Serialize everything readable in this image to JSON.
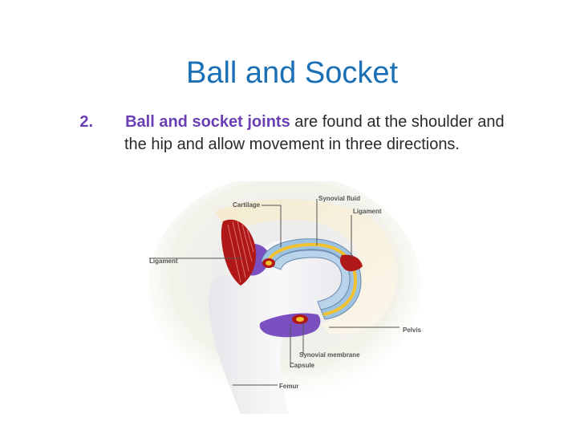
{
  "slide": {
    "title": "Ball and Socket",
    "point": {
      "number": "2.",
      "term": "Ball and socket joints",
      "text": " are found at the shoulder and the hip and allow movement in three directions."
    }
  },
  "diagram": {
    "labels": {
      "cartilage": "Cartilage",
      "synovial_fluid": "Synovial fluid",
      "ligament_right": "Ligament",
      "ligament_left": "Ligament",
      "pelvis": "Pelvis",
      "synovial_membrane": "Synovial membrane",
      "capsule": "Capsule",
      "femur": "Femur"
    },
    "colors": {
      "title": "#1a6fb5",
      "term": "#6a3fb3",
      "cartilage": "#9ec3e0",
      "synovial_fluid": "#f2c230",
      "capsule": "#7a4fc0",
      "ligament": "#b01818",
      "bone": "#f0f0f4"
    }
  }
}
